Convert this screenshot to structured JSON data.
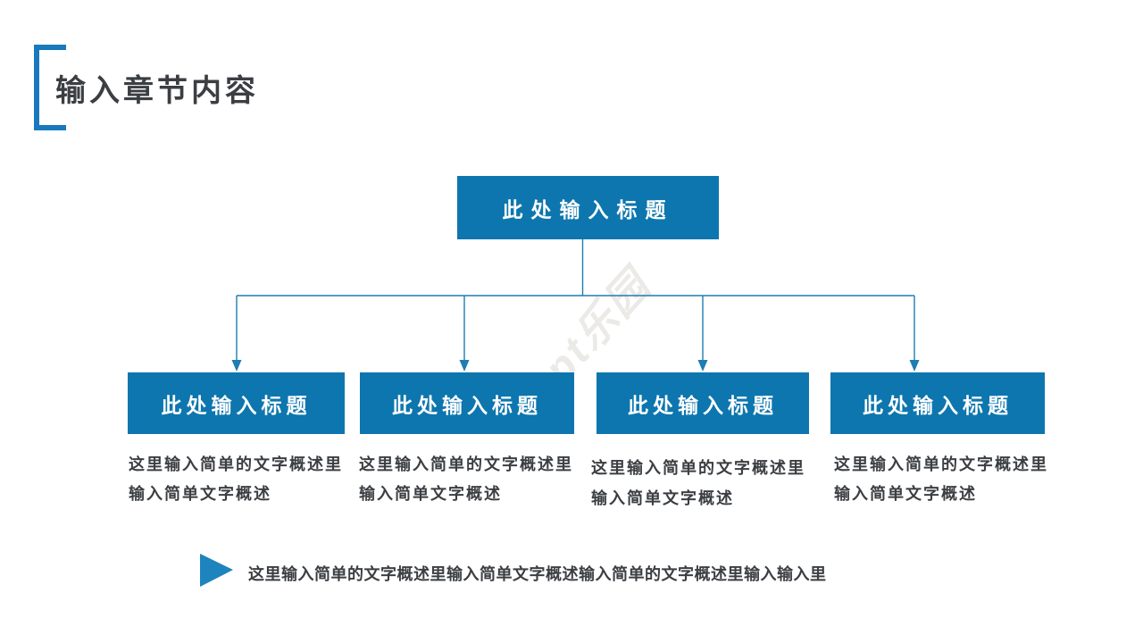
{
  "header": {
    "title": "输入章节内容"
  },
  "diagram": {
    "root": {
      "title": "此处输入标题"
    },
    "nodes": [
      {
        "title": "此处输入标题",
        "desc_line1": "这里输入简单的文字概述里",
        "desc_line2": "输入简单文字概述"
      },
      {
        "title": "此处输入标题",
        "desc_line1": "这里输入简单的文字概述里",
        "desc_line2": "输入简单文字概述"
      },
      {
        "title": "此处输入标题",
        "desc_line1": "这里输入简单的文字概述里",
        "desc_line2": "输入简单文字概述"
      },
      {
        "title": "此处输入标题",
        "desc_line1": "这里输入简单的文字概述里",
        "desc_line2": "输入简单文字概述"
      }
    ]
  },
  "footer": {
    "text": "这里输入简单的文字概述里输入简单文字概述输入简单的文字概述里输入输入里"
  },
  "watermark": {
    "text": "ppt乐园"
  },
  "colors": {
    "node_fill": "#0d76ae",
    "connector_line": "#1e7db2",
    "bracket_accent": "#1879bd",
    "footer_triangle": "#1e84bd",
    "title_text": "#3b3e42",
    "body_text": "#3b3e42",
    "watermark_gray": "#dcd9d5",
    "background": "#ffffff"
  }
}
